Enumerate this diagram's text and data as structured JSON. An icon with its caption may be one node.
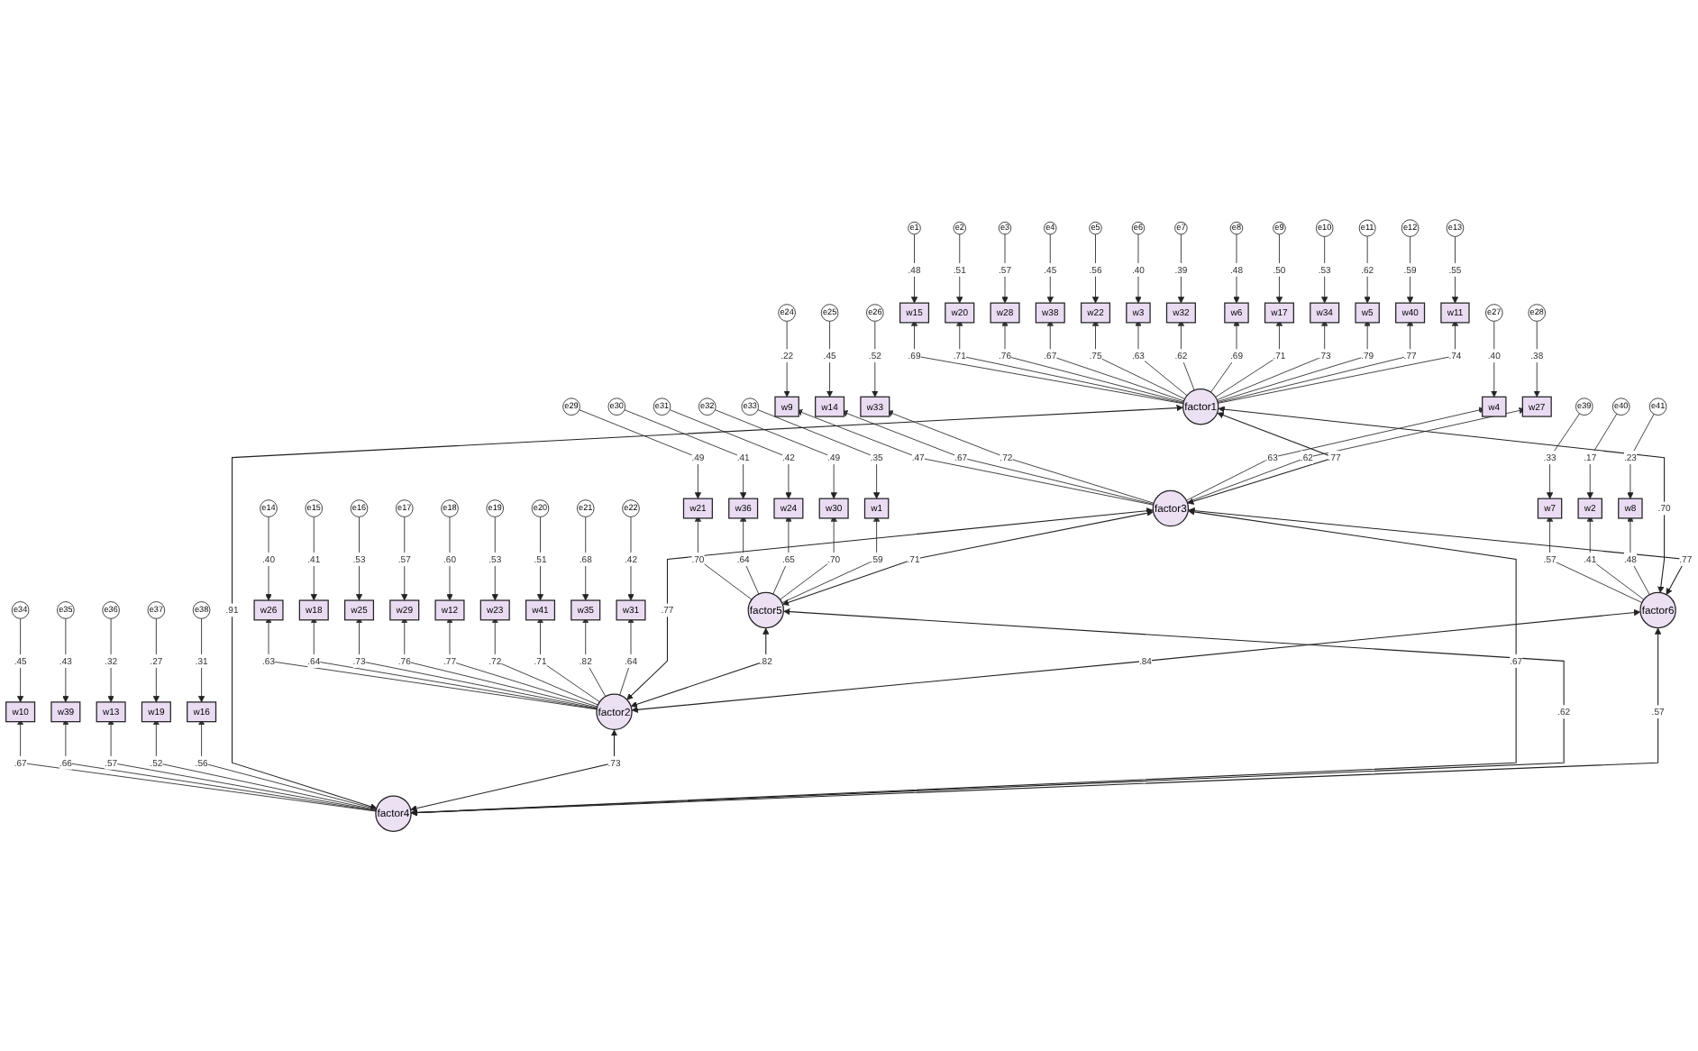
{
  "diagram": {
    "nodes": [
      {
        "text": [
          "e1"
        ]
      },
      {
        "text": [
          "e2"
        ]
      },
      {
        "text": [
          "e3"
        ]
      },
      {
        "text": [
          "e4"
        ]
      },
      {
        "text": [
          "e5"
        ]
      },
      {
        "text": [
          "e6"
        ]
      },
      {
        "text": [
          "e7"
        ]
      },
      {
        "text": [
          "e8"
        ]
      },
      {
        "text": [
          "e9"
        ]
      },
      {
        "text": [
          "e10"
        ]
      },
      {
        "text": [
          "e11"
        ]
      },
      {
        "text": [
          "e12"
        ]
      },
      {
        "text": [
          "e13"
        ]
      },
      {
        "text": [
          "w15"
        ]
      },
      {
        "text": [
          "w20"
        ]
      },
      {
        "text": [
          "w28"
        ]
      },
      {
        "text": [
          "w38"
        ]
      },
      {
        "text": [
          "w22"
        ]
      },
      {
        "text": [
          "w3"
        ]
      },
      {
        "text": [
          "w32"
        ]
      },
      {
        "text": [
          "w6"
        ]
      },
      {
        "text": [
          "w17"
        ]
      },
      {
        "text": [
          "w34"
        ]
      },
      {
        "text": [
          "w5"
        ]
      },
      {
        "text": [
          "w40"
        ]
      },
      {
        "text": [
          "w11"
        ]
      },
      {
        "text": [
          "factor1"
        ]
      },
      {
        "text": [
          "e24"
        ]
      },
      {
        "text": [
          "e25"
        ]
      },
      {
        "text": [
          "e26"
        ]
      },
      {
        "text": [
          "e27"
        ]
      },
      {
        "text": [
          "e28"
        ]
      },
      {
        "text": [
          "w9"
        ]
      },
      {
        "text": [
          "w14"
        ]
      },
      {
        "text": [
          "w33"
        ]
      },
      {
        "text": [
          "w4"
        ]
      },
      {
        "text": [
          "w27"
        ]
      },
      {
        "text": [
          "factor3"
        ]
      },
      {
        "text": [
          "e14"
        ]
      },
      {
        "text": [
          "e15"
        ]
      },
      {
        "text": [
          "e16"
        ]
      },
      {
        "text": [
          "e17"
        ]
      },
      {
        "text": [
          "e18"
        ]
      },
      {
        "text": [
          "e19"
        ]
      },
      {
        "text": [
          "e20"
        ]
      },
      {
        "text": [
          "e21"
        ]
      },
      {
        "text": [
          "e22"
        ]
      },
      {
        "text": [
          "w26"
        ]
      },
      {
        "text": [
          "w18"
        ]
      },
      {
        "text": [
          "w25"
        ]
      },
      {
        "text": [
          "w29"
        ]
      },
      {
        "text": [
          "w12"
        ]
      },
      {
        "text": [
          "w23"
        ]
      },
      {
        "text": [
          "w41"
        ]
      },
      {
        "text": [
          "w35"
        ]
      },
      {
        "text": [
          "w31"
        ]
      },
      {
        "text": [
          "factor2"
        ]
      },
      {
        "text": [
          "e29"
        ]
      },
      {
        "text": [
          "e30"
        ]
      },
      {
        "text": [
          "e31"
        ]
      },
      {
        "text": [
          "e32"
        ]
      },
      {
        "text": [
          "e33"
        ]
      },
      {
        "text": [
          "w21"
        ]
      },
      {
        "text": [
          "w36"
        ]
      },
      {
        "text": [
          "w24"
        ]
      },
      {
        "text": [
          "w30"
        ]
      },
      {
        "text": [
          "w1"
        ]
      },
      {
        "text": [
          "factor5"
        ]
      },
      {
        "text": [
          "e39"
        ]
      },
      {
        "text": [
          "e40"
        ]
      },
      {
        "text": [
          "e41"
        ]
      },
      {
        "text": [
          "w7"
        ]
      },
      {
        "text": [
          "w2"
        ]
      },
      {
        "text": [
          "w8"
        ]
      },
      {
        "text": [
          "factor6"
        ]
      },
      {
        "text": [
          "e34"
        ]
      },
      {
        "text": [
          "e35"
        ]
      },
      {
        "text": [
          "e36"
        ]
      },
      {
        "text": [
          "e37"
        ]
      },
      {
        "text": [
          "e38"
        ]
      },
      {
        "text": [
          "w10"
        ]
      },
      {
        "text": [
          "w39"
        ]
      },
      {
        "text": [
          "w13"
        ]
      },
      {
        "text": [
          "w19"
        ]
      },
      {
        "text": [
          "w16"
        ]
      },
      {
        "text": [
          "factor4"
        ]
      }
    ],
    "edges": [
      {
        "from": 0,
        "to": 13,
        "arrow": "to",
        "label": ".48"
      },
      {
        "from": 1,
        "to": 14,
        "arrow": "to",
        "label": ".51"
      },
      {
        "from": 2,
        "to": 15,
        "arrow": "to",
        "label": ".57"
      },
      {
        "from": 3,
        "to": 16,
        "arrow": "to",
        "label": ".45"
      },
      {
        "from": 4,
        "to": 17,
        "arrow": "to",
        "label": ".56"
      },
      {
        "from": 5,
        "to": 18,
        "arrow": "to",
        "label": ".40"
      },
      {
        "from": 6,
        "to": 19,
        "arrow": "to",
        "label": ".39"
      },
      {
        "from": 7,
        "to": 20,
        "arrow": "to",
        "label": ".48"
      },
      {
        "from": 8,
        "to": 21,
        "arrow": "to",
        "label": ".50"
      },
      {
        "from": 9,
        "to": 22,
        "arrow": "to",
        "label": ".53"
      },
      {
        "from": 10,
        "to": 23,
        "arrow": "to",
        "label": ".62"
      },
      {
        "from": 11,
        "to": 24,
        "arrow": "to",
        "label": ".59"
      },
      {
        "from": 12,
        "to": 25,
        "arrow": "to",
        "label": ".55"
      },
      {
        "from": 26,
        "to": 13,
        "arrow": "to",
        "label": ".69"
      },
      {
        "from": 26,
        "to": 14,
        "arrow": "to",
        "label": ".71"
      },
      {
        "from": 26,
        "to": 15,
        "arrow": "to",
        "label": ".76"
      },
      {
        "from": 26,
        "to": 16,
        "arrow": "to",
        "label": ".67"
      },
      {
        "from": 26,
        "to": 17,
        "arrow": "to",
        "label": ".75"
      },
      {
        "from": 26,
        "to": 18,
        "arrow": "to",
        "label": ".63"
      },
      {
        "from": 26,
        "to": 19,
        "arrow": "to",
        "label": ".62"
      },
      {
        "from": 26,
        "to": 20,
        "arrow": "to",
        "label": ".69"
      },
      {
        "from": 26,
        "to": 21,
        "arrow": "to",
        "label": ".71"
      },
      {
        "from": 26,
        "to": 22,
        "arrow": "to",
        "label": ".73"
      },
      {
        "from": 26,
        "to": 23,
        "arrow": "to",
        "label": ".79"
      },
      {
        "from": 26,
        "to": 24,
        "arrow": "to",
        "label": ".77"
      },
      {
        "from": 26,
        "to": 25,
        "arrow": "to",
        "label": ".74"
      },
      {
        "from": 27,
        "to": 32,
        "arrow": "to",
        "label": ".22"
      },
      {
        "from": 28,
        "to": 33,
        "arrow": "to",
        "label": ".45"
      },
      {
        "from": 29,
        "to": 34,
        "arrow": "to",
        "label": ".52"
      },
      {
        "from": 30,
        "to": 35,
        "arrow": "to",
        "label": ".40"
      },
      {
        "from": 31,
        "to": 36,
        "arrow": "to",
        "label": ".38"
      },
      {
        "from": 37,
        "to": 32,
        "arrow": "to",
        "label": ".47"
      },
      {
        "from": 37,
        "to": 33,
        "arrow": "to",
        "label": ".67"
      },
      {
        "from": 37,
        "to": 34,
        "arrow": "to",
        "label": ".72"
      },
      {
        "from": 37,
        "to": 35,
        "arrow": "to",
        "label": ".63"
      },
      {
        "from": 37,
        "to": 36,
        "arrow": "to",
        "label": ".62"
      },
      {
        "from": 38,
        "to": 47,
        "arrow": "to",
        "label": ".40"
      },
      {
        "from": 39,
        "to": 48,
        "arrow": "to",
        "label": ".41"
      },
      {
        "from": 40,
        "to": 49,
        "arrow": "to",
        "label": ".53"
      },
      {
        "from": 41,
        "to": 50,
        "arrow": "to",
        "label": ".57"
      },
      {
        "from": 42,
        "to": 51,
        "arrow": "to",
        "label": ".60"
      },
      {
        "from": 43,
        "to": 52,
        "arrow": "to",
        "label": ".53"
      },
      {
        "from": 44,
        "to": 53,
        "arrow": "to",
        "label": ".51"
      },
      {
        "from": 45,
        "to": 54,
        "arrow": "to",
        "label": ".68"
      },
      {
        "from": 46,
        "to": 55,
        "arrow": "to",
        "label": ".42"
      },
      {
        "from": 56,
        "to": 47,
        "arrow": "to",
        "label": ".63"
      },
      {
        "from": 56,
        "to": 48,
        "arrow": "to",
        "label": ".64"
      },
      {
        "from": 56,
        "to": 49,
        "arrow": "to",
        "label": ".73"
      },
      {
        "from": 56,
        "to": 50,
        "arrow": "to",
        "label": ".76"
      },
      {
        "from": 56,
        "to": 51,
        "arrow": "to",
        "label": ".77"
      },
      {
        "from": 56,
        "to": 52,
        "arrow": "to",
        "label": ".72"
      },
      {
        "from": 56,
        "to": 53,
        "arrow": "to",
        "label": ".71"
      },
      {
        "from": 56,
        "to": 54,
        "arrow": "to",
        "label": ".82"
      },
      {
        "from": 56,
        "to": 55,
        "arrow": "to",
        "label": ".64"
      },
      {
        "from": 57,
        "to": 62,
        "arrow": "to",
        "label": ".49"
      },
      {
        "from": 58,
        "to": 63,
        "arrow": "to",
        "label": ".41"
      },
      {
        "from": 59,
        "to": 64,
        "arrow": "to",
        "label": ".42"
      },
      {
        "from": 60,
        "to": 65,
        "arrow": "to",
        "label": ".49"
      },
      {
        "from": 61,
        "to": 66,
        "arrow": "to",
        "label": ".35"
      },
      {
        "from": 67,
        "to": 62,
        "arrow": "to",
        "label": ".70"
      },
      {
        "from": 67,
        "to": 63,
        "arrow": "to",
        "label": ".64"
      },
      {
        "from": 67,
        "to": 64,
        "arrow": "to",
        "label": ".65"
      },
      {
        "from": 67,
        "to": 65,
        "arrow": "to",
        "label": ".70"
      },
      {
        "from": 67,
        "to": 66,
        "arrow": "to",
        "label": ".59"
      },
      {
        "from": 68,
        "to": 71,
        "arrow": "to",
        "label": ".33"
      },
      {
        "from": 69,
        "to": 72,
        "arrow": "to",
        "label": ".17"
      },
      {
        "from": 70,
        "to": 73,
        "arrow": "to",
        "label": ".23"
      },
      {
        "from": 74,
        "to": 71,
        "arrow": "to",
        "label": ".57"
      },
      {
        "from": 74,
        "to": 72,
        "arrow": "to",
        "label": ".41"
      },
      {
        "from": 74,
        "to": 73,
        "arrow": "to",
        "label": ".48"
      },
      {
        "from": 75,
        "to": 80,
        "arrow": "to",
        "label": ".45"
      },
      {
        "from": 76,
        "to": 81,
        "arrow": "to",
        "label": ".43"
      },
      {
        "from": 77,
        "to": 82,
        "arrow": "to",
        "label": ".32"
      },
      {
        "from": 78,
        "to": 83,
        "arrow": "to",
        "label": ".27"
      },
      {
        "from": 79,
        "to": 84,
        "arrow": "to",
        "label": ".31"
      },
      {
        "from": 85,
        "to": 80,
        "arrow": "to",
        "label": ".67"
      },
      {
        "from": 85,
        "to": 81,
        "arrow": "to",
        "label": ".66"
      },
      {
        "from": 85,
        "to": 82,
        "arrow": "to",
        "label": ".57"
      },
      {
        "from": 85,
        "to": 83,
        "arrow": "to",
        "label": ".52"
      },
      {
        "from": 85,
        "to": 84,
        "arrow": "to",
        "label": ".56"
      },
      {
        "from": 26,
        "to": 37,
        "arrow": "both",
        "label": ".77"
      },
      {
        "from": 26,
        "to": 85,
        "arrow": "both",
        "label": ".91"
      },
      {
        "from": 26,
        "to": 74,
        "arrow": "both",
        "label": ".70"
      },
      {
        "from": 37,
        "to": 67,
        "arrow": "both",
        "label": ".71"
      },
      {
        "from": 37,
        "to": 74,
        "arrow": "both",
        "label": ".77"
      },
      {
        "from": 37,
        "to": 56,
        "arrow": "both",
        "label": ".77"
      },
      {
        "from": 67,
        "to": 56,
        "arrow": "both",
        "label": ".82"
      },
      {
        "from": 56,
        "to": 85,
        "arrow": "both",
        "label": ".73"
      },
      {
        "from": 74,
        "to": 56,
        "arrow": "both",
        "label": ".84"
      },
      {
        "from": 37,
        "to": 85,
        "arrow": "both",
        "label": ".67"
      },
      {
        "from": 67,
        "to": 85,
        "arrow": "both",
        "label": ".62"
      },
      {
        "from": 74,
        "to": 85,
        "arrow": "both",
        "label": ".57"
      }
    ]
  }
}
